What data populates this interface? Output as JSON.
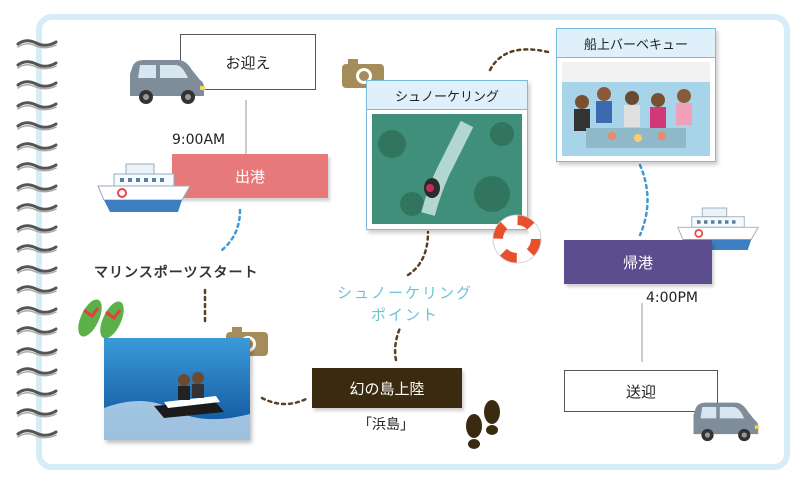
{
  "pickup": {
    "label": "お迎え"
  },
  "departure": {
    "time": "9:00AM",
    "label": "出港"
  },
  "marine_start": {
    "label": "マリンスポーツスタート"
  },
  "snorkeling_photo": {
    "title": "シュノーケリング"
  },
  "snorkeling_point": {
    "line1": "シュノーケリング",
    "line2": "ポイント"
  },
  "island_landing": {
    "label": "幻の島上陸",
    "sub": "「浜島」"
  },
  "bbq_photo": {
    "title": "船上バーベキュー"
  },
  "return": {
    "label": "帰港",
    "time": "4:00PM"
  },
  "dropoff": {
    "label": "送迎"
  },
  "colors": {
    "departure": "#e8797a",
    "return": "#5c4d8e",
    "island": "#3a2a10",
    "teal": "#6cc3d5",
    "border": "#d6ecf7"
  }
}
